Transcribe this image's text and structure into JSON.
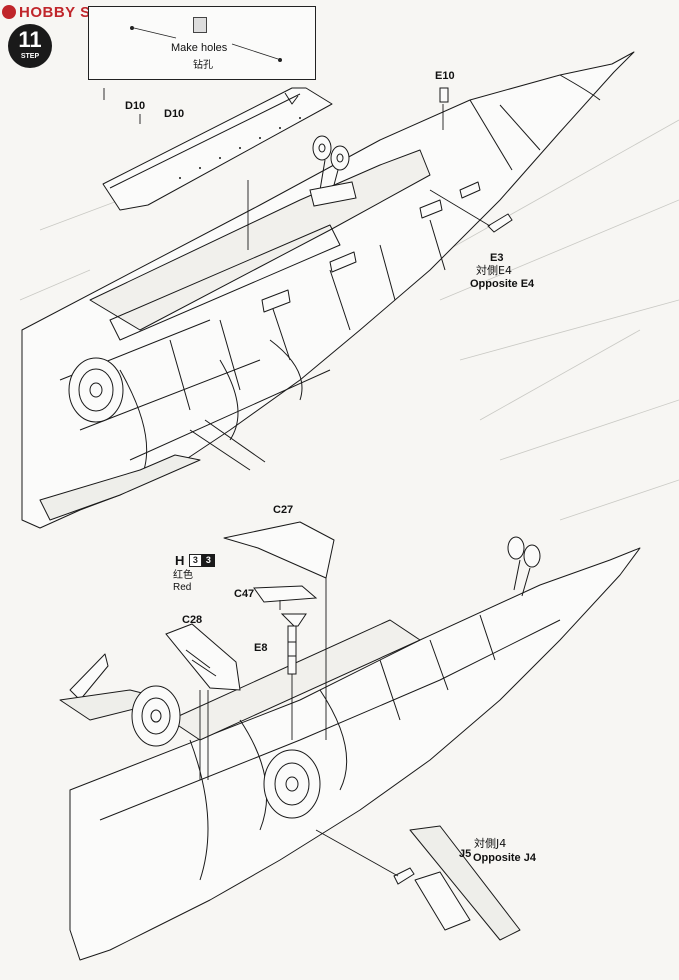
{
  "watermark": {
    "text": "HOBBY SEARCH"
  },
  "step": {
    "number": "11",
    "label": "STEP"
  },
  "make_holes": {
    "en": "Make holes",
    "zh": "钻孔"
  },
  "labels": {
    "d10_box": "D10",
    "d10": "D10",
    "e10": "E10",
    "e3": "E3",
    "e3_opposite_zh": "対側E4",
    "e3_opposite_en": "Opposite E4",
    "c27": "C27",
    "c47": "C47",
    "c28": "C28",
    "e8": "E8",
    "j5": "J5",
    "j5_opposite_zh": "対側J4",
    "j5_opposite_en": "Opposite J4"
  },
  "paint": {
    "letter": "H",
    "chip1": "3",
    "chip2": "3",
    "name_zh": "红色",
    "name_en": "Red"
  },
  "colors": {
    "ink": "#1a1a1a",
    "paper": "#f7f6f3",
    "watermark": "#c0262b",
    "faint": "#c9c9c4"
  }
}
